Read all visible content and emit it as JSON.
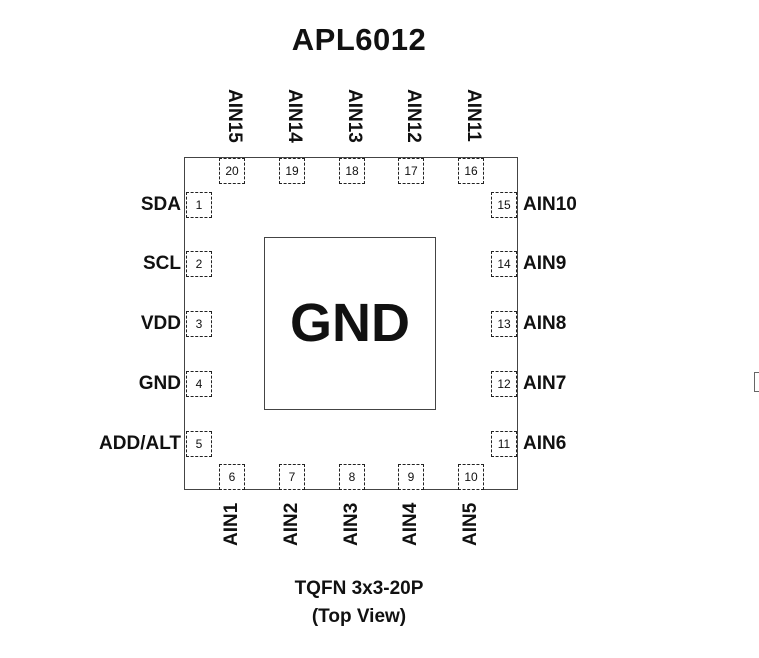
{
  "title": "APL6012",
  "pad_label": "GND",
  "package": "TQFN 3x3-20P",
  "view": "(Top View)",
  "pins_left": [
    {
      "num": "1",
      "name": "SDA"
    },
    {
      "num": "2",
      "name": "SCL"
    },
    {
      "num": "3",
      "name": "VDD"
    },
    {
      "num": "4",
      "name": "GND"
    },
    {
      "num": "5",
      "name": "ADD/ALT"
    }
  ],
  "pins_bottom": [
    {
      "num": "6",
      "name": "AIN1"
    },
    {
      "num": "7",
      "name": "AIN2"
    },
    {
      "num": "8",
      "name": "AIN3"
    },
    {
      "num": "9",
      "name": "AIN4"
    },
    {
      "num": "10",
      "name": "AIN5"
    }
  ],
  "pins_right": [
    {
      "num": "11",
      "name": "AIN6"
    },
    {
      "num": "12",
      "name": "AIN7"
    },
    {
      "num": "13",
      "name": "AIN8"
    },
    {
      "num": "14",
      "name": "AIN9"
    },
    {
      "num": "15",
      "name": "AIN10"
    }
  ],
  "pins_top": [
    {
      "num": "16",
      "name": "AIN11"
    },
    {
      "num": "17",
      "name": "AIN12"
    },
    {
      "num": "18",
      "name": "AIN13"
    },
    {
      "num": "19",
      "name": "AIN14"
    },
    {
      "num": "20",
      "name": "AIN15"
    }
  ]
}
